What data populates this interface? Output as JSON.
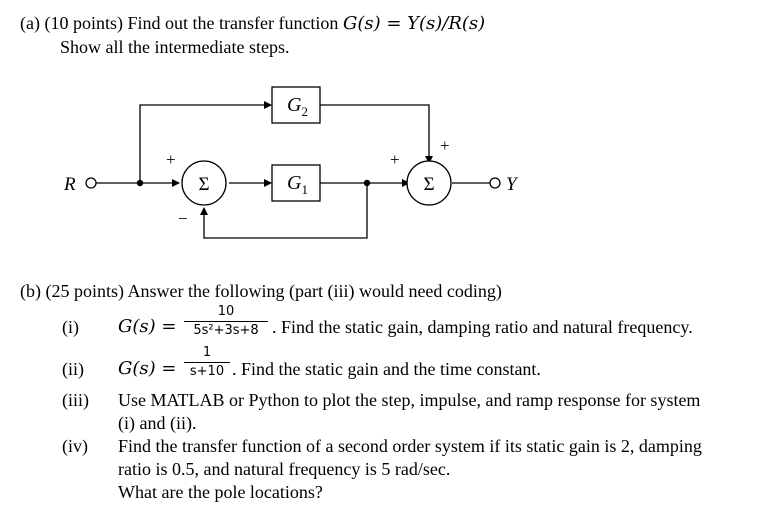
{
  "part_a": {
    "label": "(a)",
    "prompt": "(10 points) Find out the transfer function",
    "formula": "G(s) = Y(s)/R(s)",
    "line2": "Show all the intermediate steps."
  },
  "diagram": {
    "block_top": "G",
    "block_top_sub": "2",
    "block_mid": "G",
    "block_mid_sub": "1",
    "sum_symbol": "Σ",
    "input_label": "R",
    "output_label": "Y",
    "sign_plus": "+",
    "sign_minus": "−"
  },
  "part_b": {
    "label": "(b)",
    "prompt": "(25 points) Answer the following (part (iii) would need coding)",
    "items": [
      {
        "num": "(i)",
        "lhs": "G(s) =",
        "numerator": "10",
        "denominator": "5s²+3s+8",
        "text": ". Find the static gain, damping ratio and natural frequency."
      },
      {
        "num": "(ii)",
        "lhs": "G(s) =",
        "numerator": "1",
        "denominator": "s+10",
        "text": ". Find the static gain and the time constant."
      },
      {
        "num": "(iii)",
        "line1": "Use MATLAB or Python to plot the step, impulse, and ramp response for system",
        "line2": "(i) and (ii)."
      },
      {
        "num": "(iv)",
        "line1": "Find the transfer function of a second order system if its static gain is 2, damping",
        "line2": "ratio is 0.5, and natural frequency is 5 rad/sec.",
        "line3": "What are the pole locations?"
      }
    ]
  }
}
